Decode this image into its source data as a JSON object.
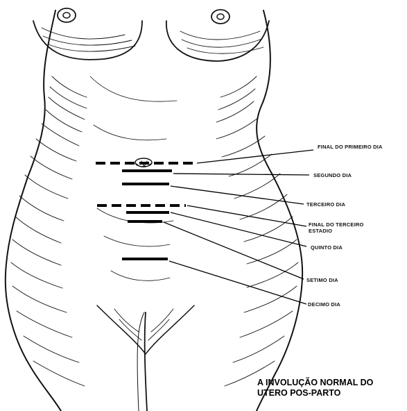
{
  "colors": {
    "ink": "#111111",
    "background": "#ffffff"
  },
  "labels": {
    "primeiro_dia": "FINAL DO PRIMEIRO DIA",
    "segundo_dia": "SEGUNDO DIA",
    "terceiro_dia": "TERCEIRO DIA",
    "final_terceiro_estadio_1": "FINAL DO TERCEIRO",
    "final_terceiro_estadio_2": "ESTADIO",
    "quinto_dia": "QUINTO DIA",
    "setimo_dia": "SETIMO DIA",
    "decimo_dia": "DECIMO DIA"
  },
  "title": {
    "line1": "A INVOLUÇÃO NORMAL DO",
    "line2": "UTERO POS-PARTO"
  }
}
